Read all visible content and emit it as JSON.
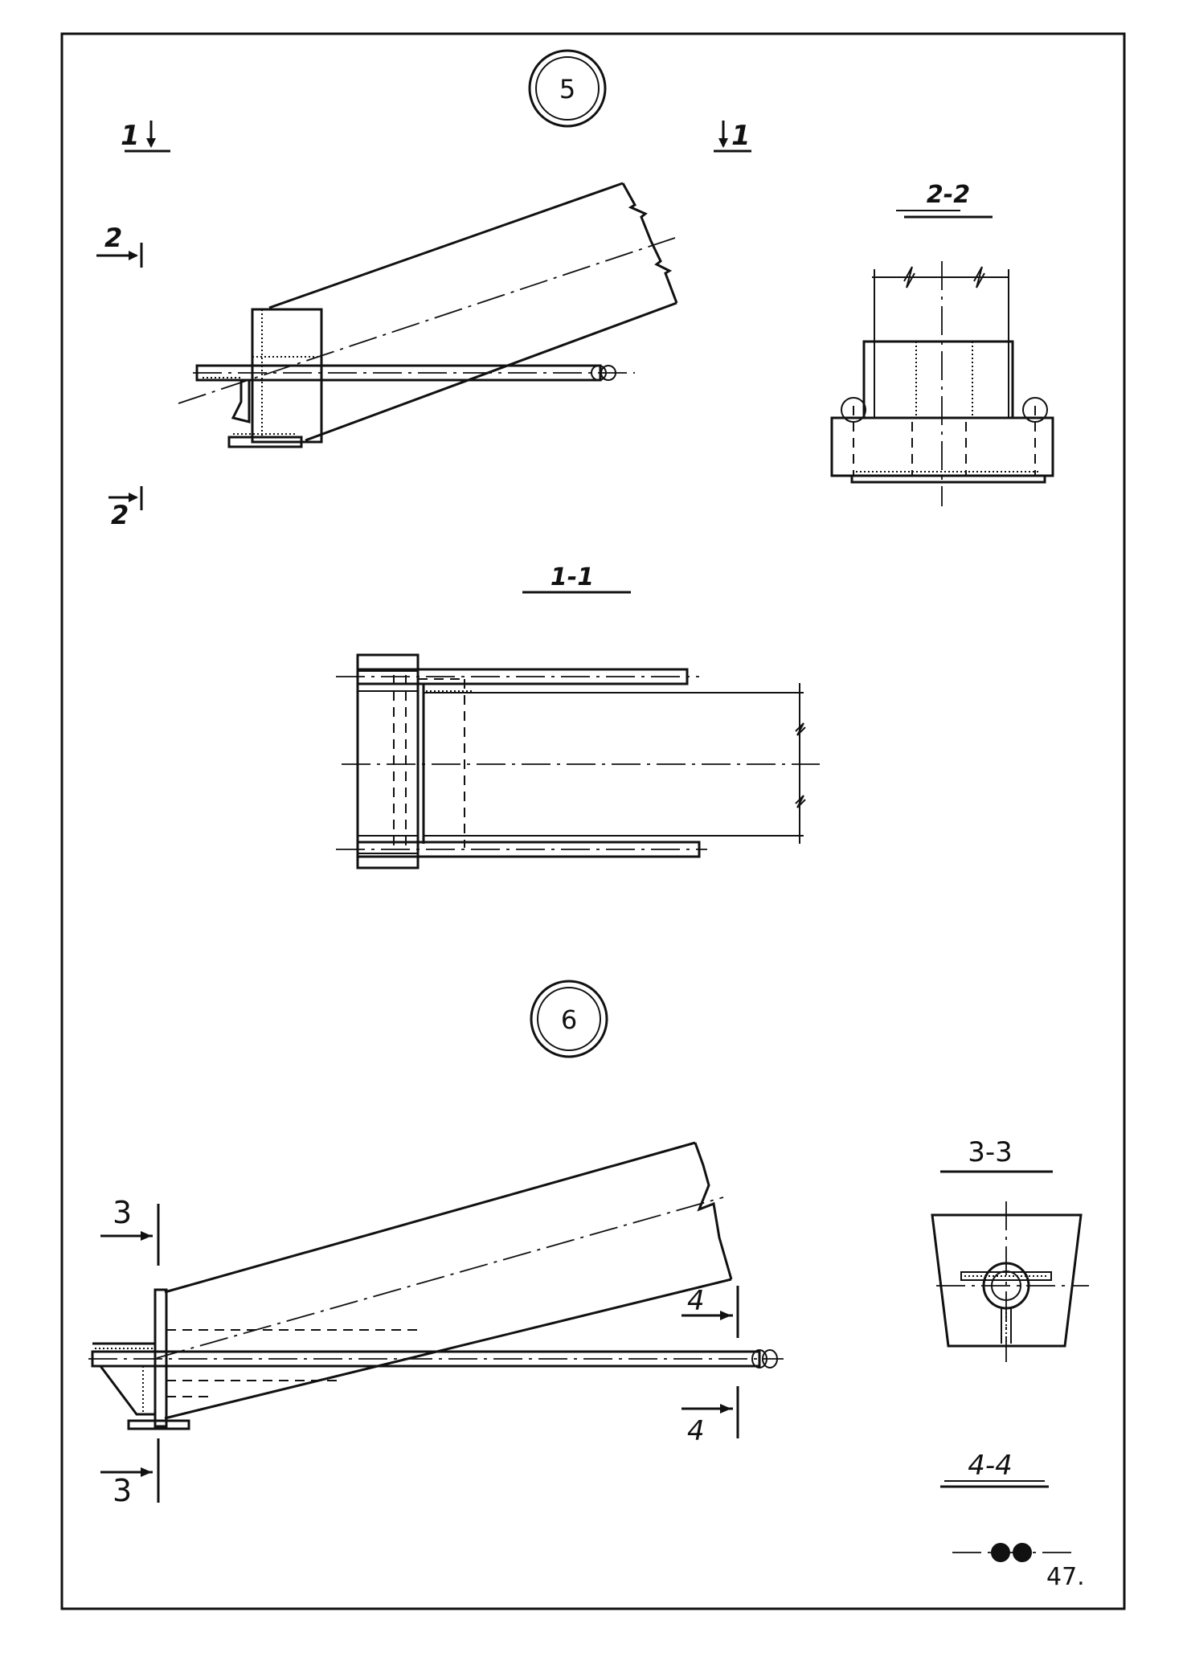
{
  "detail_5": {
    "number": "5"
  },
  "detail_6": {
    "number": "6"
  },
  "cuts": {
    "c1_left": "1",
    "c1_right": "1",
    "c2_top": "2",
    "c2_bottom": "2",
    "c3_top": "3",
    "c3_bottom": "3",
    "c4_top": "4",
    "c4_bottom": "4"
  },
  "sections": {
    "s1": "1-1",
    "s2": "2-2",
    "s3": "3-3",
    "s4": "4-4"
  },
  "page_number": "47."
}
